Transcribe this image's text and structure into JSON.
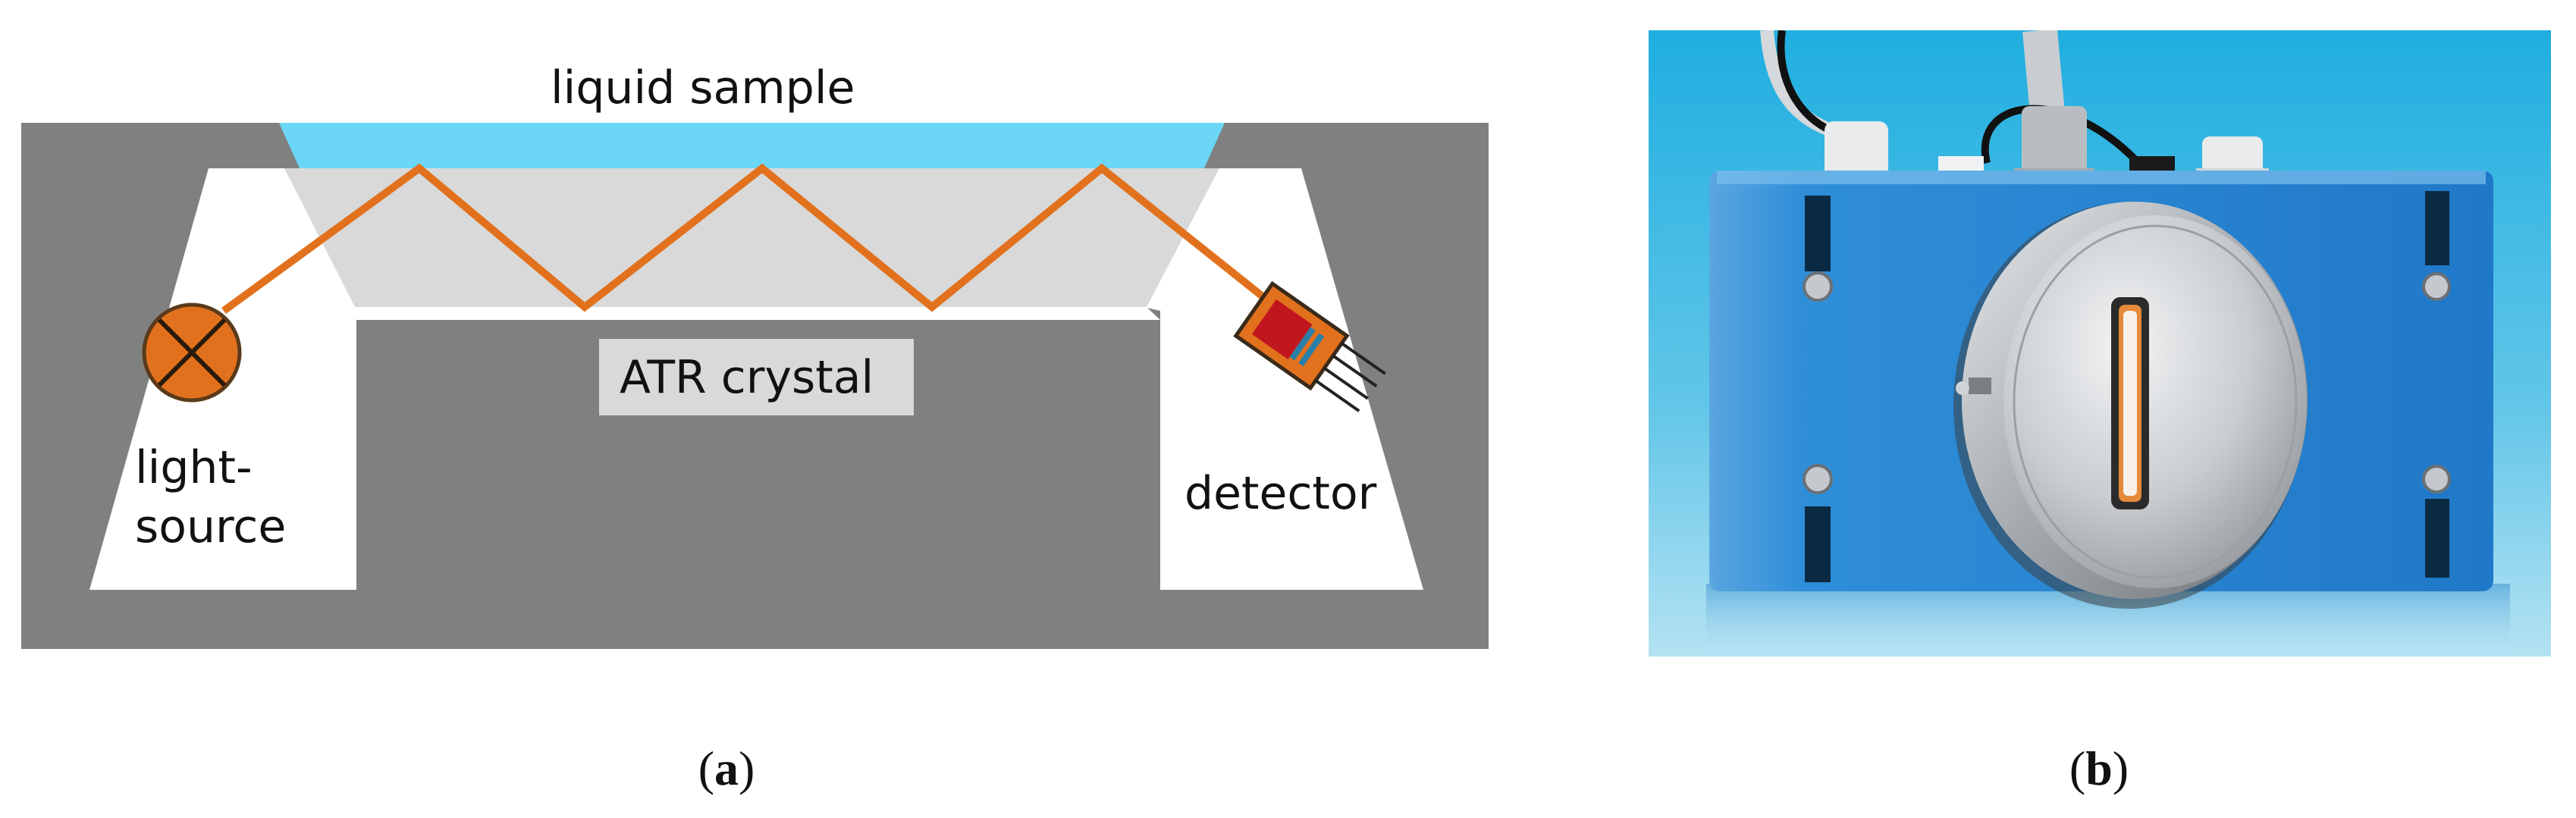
{
  "figure": {
    "panel_a": {
      "caption_open": "(",
      "caption_letter": "a",
      "caption_close": ")",
      "labels": {
        "liquid_sample": "liquid sample",
        "atr_crystal": "ATR crystal",
        "light_source_line1": "light-",
        "light_source_line2": "source",
        "detector": "detector"
      },
      "colors": {
        "housing": "#808080",
        "chamber": "#ffffff",
        "crystal": "#d9d9d9",
        "sample": "#6cd6f7",
        "beam": "#e2711d",
        "lamp": "#e2711d",
        "detector_body": "#e2711d",
        "detector_element": "#c0161d",
        "detector_pins": "#2a7fa8"
      },
      "icons": [
        "light-source-lamp-icon",
        "detector-chip-icon"
      ]
    },
    "panel_b": {
      "caption_open": "(",
      "caption_letter": "b",
      "caption_close": ")",
      "colors": {
        "background": "#5ac4e6",
        "housing": "#2a8fd8",
        "window_disc": "#c8ccd0"
      }
    }
  }
}
